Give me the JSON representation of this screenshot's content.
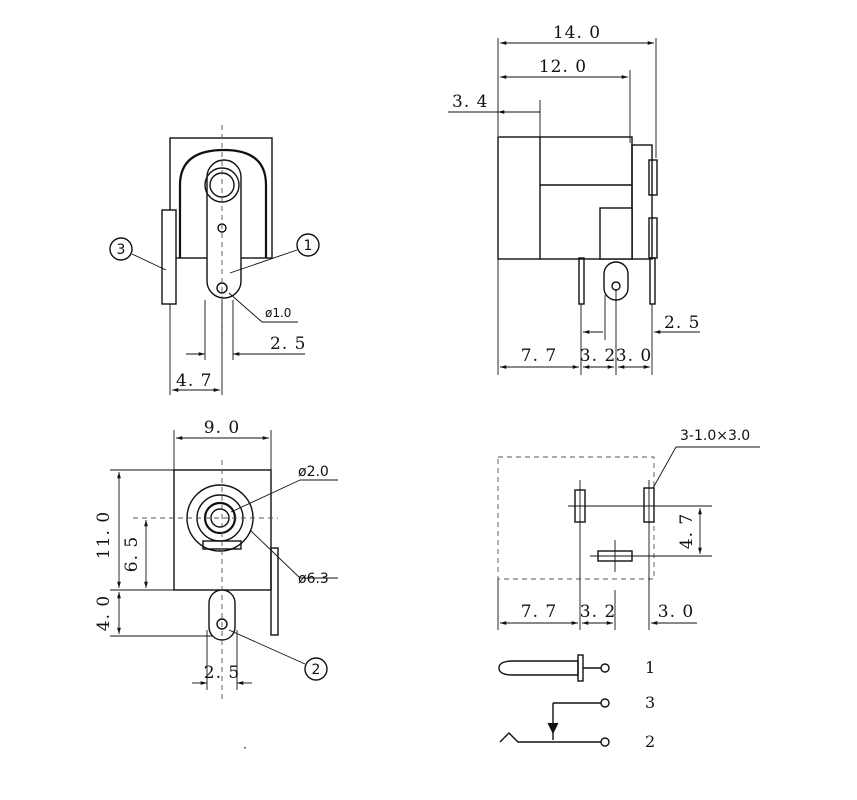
{
  "front_view": {
    "pin_1": "1",
    "pin_3": "3",
    "hole_diameter": "ø1.0",
    "dim_2_5": "2. 5",
    "dim_4_7": "4. 7"
  },
  "side_view": {
    "dim_14_0": "14. 0",
    "dim_12_0": "12. 0",
    "dim_3_4": "3. 4",
    "dim_2_5": "2. 5",
    "dim_7_7": "7. 7",
    "dim_3_2": "3. 2",
    "dim_3_0": "3. 0"
  },
  "top_view": {
    "dim_9_0": "9. 0",
    "dim_11_0": "11. 0",
    "dim_6_5": "6. 5",
    "dim_4_0": "4. 0",
    "dim_2_5": "2. 5",
    "inner_diameter": "ø2.0",
    "outer_diameter": "ø6.3",
    "pin_2": "2"
  },
  "pcb_footprint": {
    "slot_spec": "3-1.0×3.0",
    "dim_4_7": "4. 7",
    "dim_7_7": "7. 7",
    "dim_3_2": "3. 2",
    "dim_3_0": "3. 0"
  },
  "schematic": {
    "pin_1": "1",
    "pin_3": "3",
    "pin_2": "2"
  }
}
